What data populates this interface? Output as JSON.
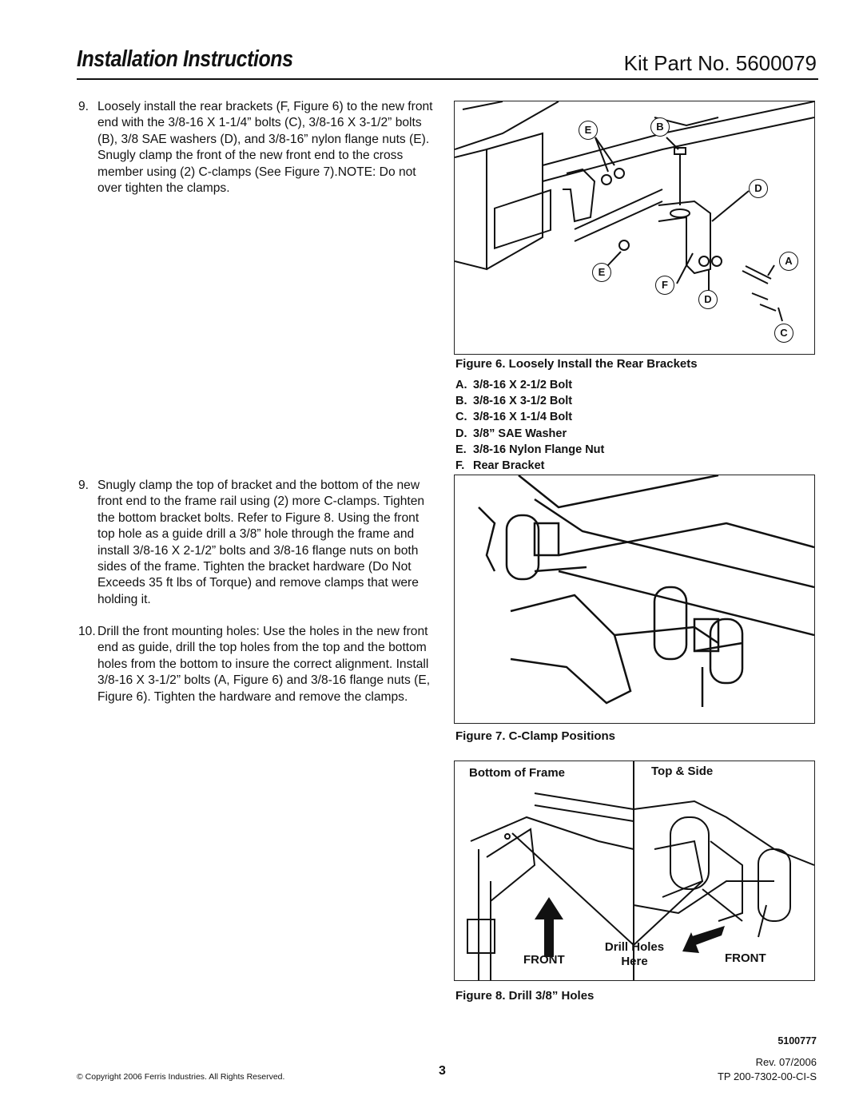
{
  "header": {
    "title": "Installation Instructions",
    "kit_part": "Kit Part No. 5600079"
  },
  "steps": [
    {
      "num": "9.",
      "text": "Loosely install the rear brackets (F, Figure 6) to the new front end with the 3/8-16 X 1-1/4” bolts (C), 3/8-16 X 3-1/2” bolts (B), 3/8 SAE washers (D), and 3/8-16” nylon flange nuts (E). Snugly clamp the front of the new front end to the cross member using (2) C-clamps (See Figure 7).NOTE: Do not over tighten the clamps."
    },
    {
      "num": "9.",
      "text": "Snugly clamp the top of bracket and the bottom of the new front end to the frame rail using (2) more C-clamps. Tighten the bottom bracket bolts. Refer to Figure 8. Using the front top hole as a guide drill a 3/8” hole through the frame and install 3/8-16 X 2-1/2” bolts and 3/8-16 flange nuts on both sides of the frame. Tighten the bracket hardware (Do Not Exceeds 35 ft lbs of Torque) and remove clamps that were holding it."
    },
    {
      "num": "10.",
      "text": "Drill the front mounting holes: Use the holes in the new front end as guide, drill the top holes from the top and the bottom holes from the bottom to insure the correct alignment. Install 3/8-16 X 3-1/2” bolts (A, Figure 6) and 3/8-16 flange nuts (E, Figure 6). Tighten the hardware and remove the clamps."
    }
  ],
  "figure6": {
    "caption": "Figure 6. Loosely Install the Rear Brackets",
    "callouts": {
      "e1": "E",
      "b": "B",
      "d1": "D",
      "a": "A",
      "e2": "E",
      "f": "F",
      "d2": "D",
      "c": "C"
    },
    "legend": [
      {
        "key": "A.",
        "text": "3/8-16 X 2-1/2 Bolt"
      },
      {
        "key": "B.",
        "text": "3/8-16 X 3-1/2 Bolt"
      },
      {
        "key": "C.",
        "text": "3/8-16 X 1-1/4 Bolt"
      },
      {
        "key": "D.",
        "text": "3/8” SAE Washer"
      },
      {
        "key": "E.",
        "text": "3/8-16 Nylon Flange Nut"
      },
      {
        "key": "F.",
        "text": "Rear Bracket"
      }
    ]
  },
  "figure7": {
    "caption": "Figure 7. C-Clamp Positions"
  },
  "figure8": {
    "caption": "Figure 8. Drill 3/8” Holes",
    "left_label": "Bottom of Frame",
    "right_label": "Top & Side",
    "front_left": "FRONT",
    "drill_line1": "Drill Holes",
    "drill_line2": "Here",
    "front_right": "FRONT"
  },
  "footer": {
    "copyright": "© Copyright 2006 Ferris Industries. All Rights Reserved.",
    "page": "3",
    "doc_number": "5100777",
    "revision": "Rev. 07/2006",
    "tp": "TP 200-7302-00-CI-S"
  }
}
